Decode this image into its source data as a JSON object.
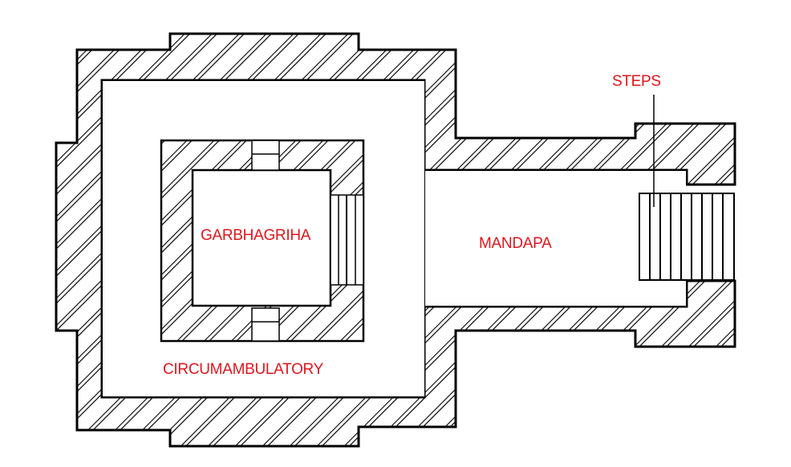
{
  "diagram": {
    "type": "temple floor plan",
    "label_color": "#e0161c",
    "line_color": "#000000",
    "background": "#ffffff",
    "labels": {
      "steps": "STEPS",
      "garbhagriha": "GARBHAGRIHA",
      "mandapa": "MANDAPA",
      "circumambulatory": "CIRCUMAMBULATORY"
    }
  }
}
